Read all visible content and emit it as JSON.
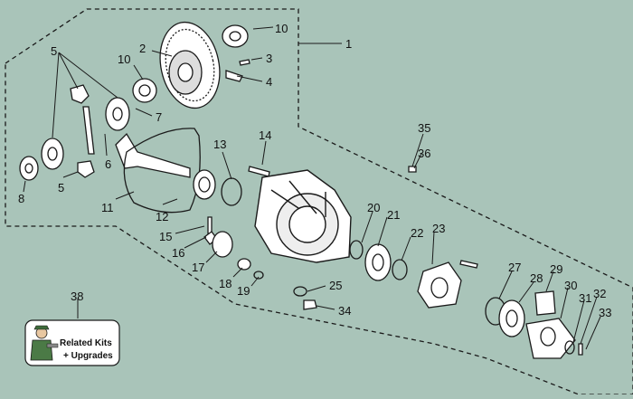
{
  "callouts": [
    "1",
    "2",
    "3",
    "4",
    "5",
    "6",
    "7",
    "8",
    "5",
    "10",
    "10",
    "11",
    "12",
    "13",
    "14",
    "15",
    "16",
    "17",
    "18",
    "19",
    "20",
    "21",
    "22",
    "23",
    "25",
    "27",
    "28",
    "29",
    "30",
    "31",
    "32",
    "33",
    "34",
    "35",
    "36",
    "38"
  ],
  "kit_badge": {
    "line1": "Related Kits",
    "line2": "+ Upgrades",
    "icon": "mechanic-character-icon"
  },
  "colors": {
    "background": "#a9c4b9",
    "line": "#1a1a1a",
    "part_fill": "#ffffff",
    "badge_fill": "#ffffff"
  }
}
